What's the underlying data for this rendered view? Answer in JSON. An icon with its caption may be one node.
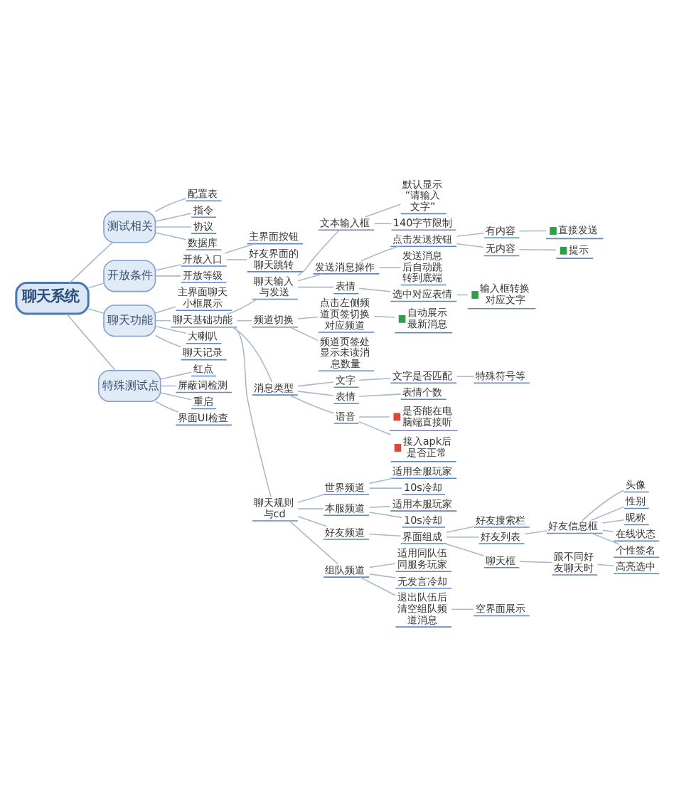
{
  "diagram": {
    "nodes": [
      {
        "text": [
          "聊天系统"
        ]
      },
      {
        "text": [
          "测试相关"
        ]
      },
      {
        "text": [
          "配置表"
        ]
      },
      {
        "text": [
          "指令"
        ]
      },
      {
        "text": [
          "协议"
        ]
      },
      {
        "text": [
          "数据库"
        ]
      },
      {
        "text": [
          "开放条件"
        ]
      },
      {
        "text": [
          "开放入口"
        ]
      },
      {
        "text": [
          "主界面按钮"
        ]
      },
      {
        "text": [
          "好友界面的聊天跳转"
        ]
      },
      {
        "text": [
          "开放等级"
        ]
      },
      {
        "text": [
          "聊天功能"
        ]
      },
      {
        "text": [
          "主界面聊天小框展示"
        ]
      },
      {
        "text": [
          "聊天基础功能"
        ]
      },
      {
        "text": [
          "聊天输入与发送"
        ]
      },
      {
        "text": [
          "文本输入框"
        ]
      },
      {
        "text": [
          "默认显示“请输入文字”"
        ]
      },
      {
        "text": [
          "140字节限制"
        ]
      },
      {
        "text": [
          "发送消息操作"
        ]
      },
      {
        "text": [
          "点击发送按钮"
        ]
      },
      {
        "text": [
          "有内容"
        ]
      },
      {
        "text": [
          "直接发送"
        ]
      },
      {
        "text": [
          "无内容"
        ]
      },
      {
        "text": [
          "提示"
        ]
      },
      {
        "text": [
          "发送消息后自动跳转到底端"
        ]
      },
      {
        "text": [
          "表情"
        ]
      },
      {
        "text": [
          "选中对应表情"
        ]
      },
      {
        "text": [
          "输入框转换对应文字"
        ]
      },
      {
        "text": [
          "频道切换"
        ]
      },
      {
        "text": [
          "点击左侧频道页签切换对应频道"
        ]
      },
      {
        "text": [
          "自动展示最新消息"
        ]
      },
      {
        "text": [
          "频道页签处显示未读消息数量"
        ]
      },
      {
        "text": [
          "消息类型"
        ]
      },
      {
        "text": [
          "文字"
        ]
      },
      {
        "text": [
          "文字是否匹配"
        ]
      },
      {
        "text": [
          "特殊符号等"
        ]
      },
      {
        "text": [
          "表情"
        ]
      },
      {
        "text": [
          "表情个数"
        ]
      },
      {
        "text": [
          "语音"
        ]
      },
      {
        "text": [
          "是否能在电脑端直接听"
        ]
      },
      {
        "text": [
          "接入apk后是否正常"
        ]
      },
      {
        "text": [
          "聊天规则与cd"
        ]
      },
      {
        "text": [
          "世界频道"
        ]
      },
      {
        "text": [
          "适用全服玩家"
        ]
      },
      {
        "text": [
          "10s冷却"
        ]
      },
      {
        "text": [
          "本服频道"
        ]
      },
      {
        "text": [
          "适用本服玩家"
        ]
      },
      {
        "text": [
          "10s冷却"
        ]
      },
      {
        "text": [
          "好友频道"
        ]
      },
      {
        "text": [
          "界面组成"
        ]
      },
      {
        "text": [
          "好友搜索栏"
        ]
      },
      {
        "text": [
          "好友列表"
        ]
      },
      {
        "text": [
          "好友信息框"
        ]
      },
      {
        "text": [
          "头像"
        ]
      },
      {
        "text": [
          "性别"
        ]
      },
      {
        "text": [
          "昵称"
        ]
      },
      {
        "text": [
          "在线状态"
        ]
      },
      {
        "text": [
          "个性签名"
        ]
      },
      {
        "text": [
          "聊天框"
        ]
      },
      {
        "text": [
          "跟不同好友聊天时"
        ]
      },
      {
        "text": [
          "高亮选中"
        ]
      },
      {
        "text": [
          "组队频道"
        ]
      },
      {
        "text": [
          "适用同队伍同服务玩家"
        ]
      },
      {
        "text": [
          "无发言冷却"
        ]
      },
      {
        "text": [
          "退出队伍后清空组队频道消息"
        ]
      },
      {
        "text": [
          "空界面展示"
        ]
      },
      {
        "text": [
          "大喇叭"
        ]
      },
      {
        "text": [
          "聊天记录"
        ]
      },
      {
        "text": [
          "特殊测试点"
        ]
      },
      {
        "text": [
          "红点"
        ]
      },
      {
        "text": [
          "屏蔽词检测"
        ]
      },
      {
        "text": [
          "重启"
        ]
      },
      {
        "text": [
          "界面UI检查"
        ]
      }
    ],
    "edges": [
      {
        "from": 0,
        "to": 1,
        "arrow": "none"
      },
      {
        "from": 1,
        "to": 2,
        "arrow": "none"
      },
      {
        "from": 1,
        "to": 3,
        "arrow": "none"
      },
      {
        "from": 1,
        "to": 4,
        "arrow": "none"
      },
      {
        "from": 1,
        "to": 5,
        "arrow": "none"
      },
      {
        "from": 0,
        "to": 6,
        "arrow": "none"
      },
      {
        "from": 6,
        "to": 7,
        "arrow": "none"
      },
      {
        "from": 7,
        "to": 8,
        "arrow": "none"
      },
      {
        "from": 7,
        "to": 9,
        "arrow": "none"
      },
      {
        "from": 6,
        "to": 10,
        "arrow": "none"
      },
      {
        "from": 0,
        "to": 11,
        "arrow": "none"
      },
      {
        "from": 11,
        "to": 12,
        "arrow": "none"
      },
      {
        "from": 11,
        "to": 13,
        "arrow": "none"
      },
      {
        "from": 13,
        "to": 14,
        "arrow": "none"
      },
      {
        "from": 14,
        "to": 15,
        "arrow": "none"
      },
      {
        "from": 15,
        "to": 16,
        "arrow": "none"
      },
      {
        "from": 15,
        "to": 17,
        "arrow": "none"
      },
      {
        "from": 14,
        "to": 18,
        "arrow": "none"
      },
      {
        "from": 18,
        "to": 19,
        "arrow": "none"
      },
      {
        "from": 19,
        "to": 20,
        "arrow": "none"
      },
      {
        "from": 20,
        "to": 21,
        "arrow": "none"
      },
      {
        "from": 19,
        "to": 22,
        "arrow": "none"
      },
      {
        "from": 22,
        "to": 23,
        "arrow": "none"
      },
      {
        "from": 18,
        "to": 24,
        "arrow": "none"
      },
      {
        "from": 14,
        "to": 25,
        "arrow": "none"
      },
      {
        "from": 25,
        "to": 26,
        "arrow": "none"
      },
      {
        "from": 26,
        "to": 27,
        "arrow": "none"
      },
      {
        "from": 13,
        "to": 28,
        "arrow": "none"
      },
      {
        "from": 28,
        "to": 29,
        "arrow": "none"
      },
      {
        "from": 29,
        "to": 30,
        "arrow": "none"
      },
      {
        "from": 28,
        "to": 31,
        "arrow": "none"
      },
      {
        "from": 13,
        "to": 32,
        "arrow": "none"
      },
      {
        "from": 32,
        "to": 33,
        "arrow": "none"
      },
      {
        "from": 33,
        "to": 34,
        "arrow": "none"
      },
      {
        "from": 34,
        "to": 35,
        "arrow": "none"
      },
      {
        "from": 32,
        "to": 36,
        "arrow": "none"
      },
      {
        "from": 36,
        "to": 37,
        "arrow": "none"
      },
      {
        "from": 32,
        "to": 38,
        "arrow": "none"
      },
      {
        "from": 38,
        "to": 39,
        "arrow": "none"
      },
      {
        "from": 38,
        "to": 40,
        "arrow": "none"
      },
      {
        "from": 13,
        "to": 41,
        "arrow": "none"
      },
      {
        "from": 41,
        "to": 42,
        "arrow": "none"
      },
      {
        "from": 42,
        "to": 43,
        "arrow": "none"
      },
      {
        "from": 42,
        "to": 44,
        "arrow": "none"
      },
      {
        "from": 41,
        "to": 45,
        "arrow": "none"
      },
      {
        "from": 45,
        "to": 46,
        "arrow": "none"
      },
      {
        "from": 45,
        "to": 47,
        "arrow": "none"
      },
      {
        "from": 41,
        "to": 48,
        "arrow": "none"
      },
      {
        "from": 48,
        "to": 49,
        "arrow": "none"
      },
      {
        "from": 49,
        "to": 50,
        "arrow": "none"
      },
      {
        "from": 49,
        "to": 51,
        "arrow": "none"
      },
      {
        "from": 51,
        "to": 52,
        "arrow": "none"
      },
      {
        "from": 52,
        "to": 53,
        "arrow": "none"
      },
      {
        "from": 52,
        "to": 54,
        "arrow": "none"
      },
      {
        "from": 52,
        "to": 55,
        "arrow": "none"
      },
      {
        "from": 52,
        "to": 56,
        "arrow": "none"
      },
      {
        "from": 52,
        "to": 57,
        "arrow": "none"
      },
      {
        "from": 49,
        "to": 58,
        "arrow": "none"
      },
      {
        "from": 58,
        "to": 59,
        "arrow": "none"
      },
      {
        "from": 59,
        "to": 60,
        "arrow": "none"
      },
      {
        "from": 41,
        "to": 61,
        "arrow": "none"
      },
      {
        "from": 61,
        "to": 62,
        "arrow": "none"
      },
      {
        "from": 61,
        "to": 63,
        "arrow": "none"
      },
      {
        "from": 61,
        "to": 64,
        "arrow": "none"
      },
      {
        "from": 64,
        "to": 65,
        "arrow": "none"
      },
      {
        "from": 11,
        "to": 66,
        "arrow": "none"
      },
      {
        "from": 11,
        "to": 67,
        "arrow": "none"
      },
      {
        "from": 0,
        "to": 68,
        "arrow": "none"
      },
      {
        "from": 68,
        "to": 69,
        "arrow": "none"
      },
      {
        "from": 68,
        "to": 70,
        "arrow": "none"
      },
      {
        "from": 68,
        "to": 71,
        "arrow": "none"
      },
      {
        "from": 68,
        "to": 72,
        "arrow": "none"
      }
    ]
  }
}
